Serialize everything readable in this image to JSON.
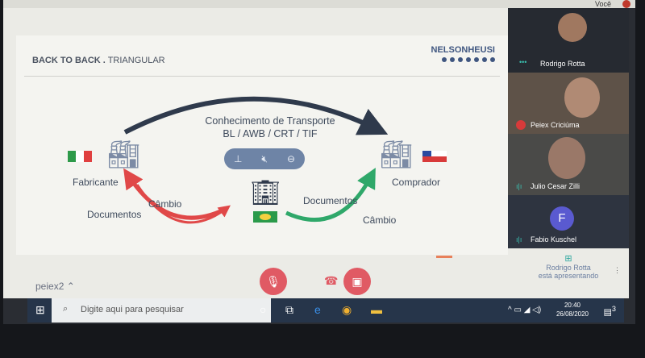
{
  "top": {
    "self_label": "Você"
  },
  "slide": {
    "title_bold": "BACK TO BACK .",
    "title_rest": " TRIANGULAR",
    "logo": "NELSONHEUSI",
    "transport_line1": "Conhecimento de Transporte",
    "transport_line2": "BL / AWB / CRT / TIF",
    "fabricante": "Fabricante",
    "comprador": "Comprador",
    "left_cambio": "Câmbio",
    "left_documentos": "Documentos",
    "right_documentos": "Documentos",
    "right_cambio": "Câmbio",
    "colors": {
      "red_arrow": "#e04848",
      "green_arrow": "#2fa86a",
      "dark_arrow": "#2f3a4c"
    }
  },
  "presenter_toolbar": {
    "icons": [
      "pin-icon",
      "mute-icon",
      "remove-icon"
    ]
  },
  "call": {
    "meeting_name": "peiex2",
    "controls": [
      "mic-off",
      "hang-up",
      "camera-off"
    ]
  },
  "participants": [
    {
      "name": "Rodrigo Rotta",
      "status": "more"
    },
    {
      "name": "Peiex Criciúma",
      "status": "muted"
    },
    {
      "name": "Julio Cesar Zilli",
      "status": "speaking"
    },
    {
      "name": "Fabio Kuschel",
      "status": "speaking",
      "initial": "F"
    }
  ],
  "presenting": {
    "line1": "Rodrigo Rotta",
    "line2": "está apresentando"
  },
  "taskbar": {
    "search_placeholder": "Digite aqui para pesquisar",
    "time": "20:40",
    "date": "26/08/2020",
    "notifications": "3"
  }
}
